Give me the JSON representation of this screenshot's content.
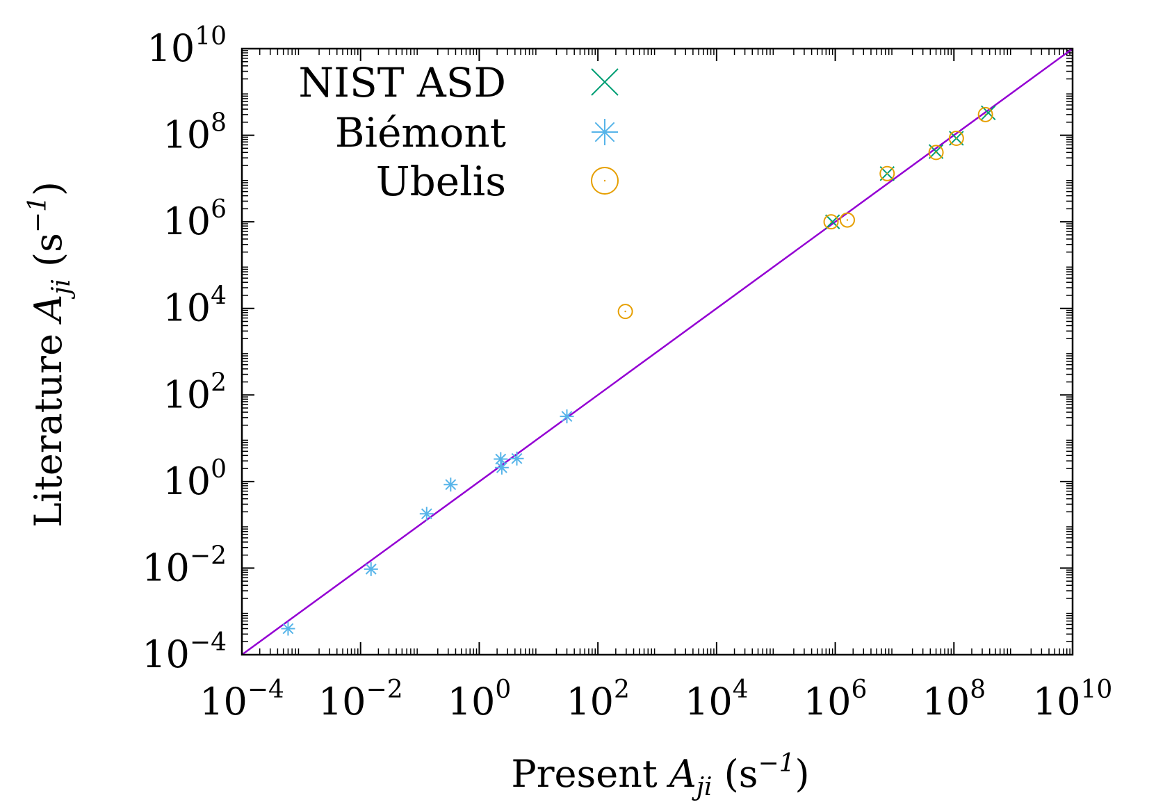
{
  "chart_data": {
    "type": "scatter",
    "xscale": "log",
    "yscale": "log",
    "xlim": [
      0.0001,
      10000000000
    ],
    "ylim": [
      0.0001,
      10000000000
    ],
    "grid": false,
    "legend_position": "top-left",
    "xlabel": {
      "prefix": "Present ",
      "var": "A",
      "sub": "ji",
      "unit": " (s",
      "unit_exp": "−1",
      "close": ")"
    },
    "ylabel": {
      "prefix": "Literature ",
      "var": "A",
      "sub": "ji",
      "unit": " (s",
      "unit_exp": "−1",
      "close": ")"
    },
    "xticks": [
      {
        "base": "10",
        "exp": "−4"
      },
      {
        "base": "10",
        "exp": "−2"
      },
      {
        "base": "10",
        "exp": "0"
      },
      {
        "base": "10",
        "exp": "2"
      },
      {
        "base": "10",
        "exp": "4"
      },
      {
        "base": "10",
        "exp": "6"
      },
      {
        "base": "10",
        "exp": "8"
      },
      {
        "base": "10",
        "exp": "10"
      }
    ],
    "yticks": [
      {
        "base": "10",
        "exp": "−4"
      },
      {
        "base": "10",
        "exp": "−2"
      },
      {
        "base": "10",
        "exp": "0"
      },
      {
        "base": "10",
        "exp": "2"
      },
      {
        "base": "10",
        "exp": "4"
      },
      {
        "base": "10",
        "exp": "6"
      },
      {
        "base": "10",
        "exp": "8"
      },
      {
        "base": "10",
        "exp": "10"
      }
    ],
    "reference_line": {
      "type": "y=x",
      "color": "#9400d3"
    },
    "series": [
      {
        "name": "NIST ASD",
        "marker": "x",
        "color": "#009e73",
        "points": [
          {
            "x": 900000,
            "y": 1000000
          },
          {
            "x": 7500000,
            "y": 13000000
          },
          {
            "x": 50000000,
            "y": 42000000
          },
          {
            "x": 110000000,
            "y": 85000000
          },
          {
            "x": 380000000,
            "y": 330000000
          }
        ]
      },
      {
        "name": "Biémont",
        "marker": "asterisk",
        "color": "#56b4e9",
        "points": [
          {
            "x": 0.0006,
            "y": 0.0004
          },
          {
            "x": 0.015,
            "y": 0.0095
          },
          {
            "x": 0.13,
            "y": 0.18
          },
          {
            "x": 0.33,
            "y": 0.85
          },
          {
            "x": 2.3,
            "y": 3.3
          },
          {
            "x": 2.4,
            "y": 2.1
          },
          {
            "x": 4.3,
            "y": 3.4
          },
          {
            "x": 30,
            "y": 32
          }
        ]
      },
      {
        "name": "Ubelis",
        "marker": "circle",
        "color": "#e69f00",
        "points": [
          {
            "x": 850000,
            "y": 1000000
          },
          {
            "x": 1600000,
            "y": 1100000
          },
          {
            "x": 7500000,
            "y": 13000000
          },
          {
            "x": 50000000,
            "y": 40000000
          },
          {
            "x": 110000000,
            "y": 85000000
          },
          {
            "x": 340000000,
            "y": 300000000
          },
          {
            "x": 290,
            "y": 8500
          }
        ]
      }
    ]
  }
}
